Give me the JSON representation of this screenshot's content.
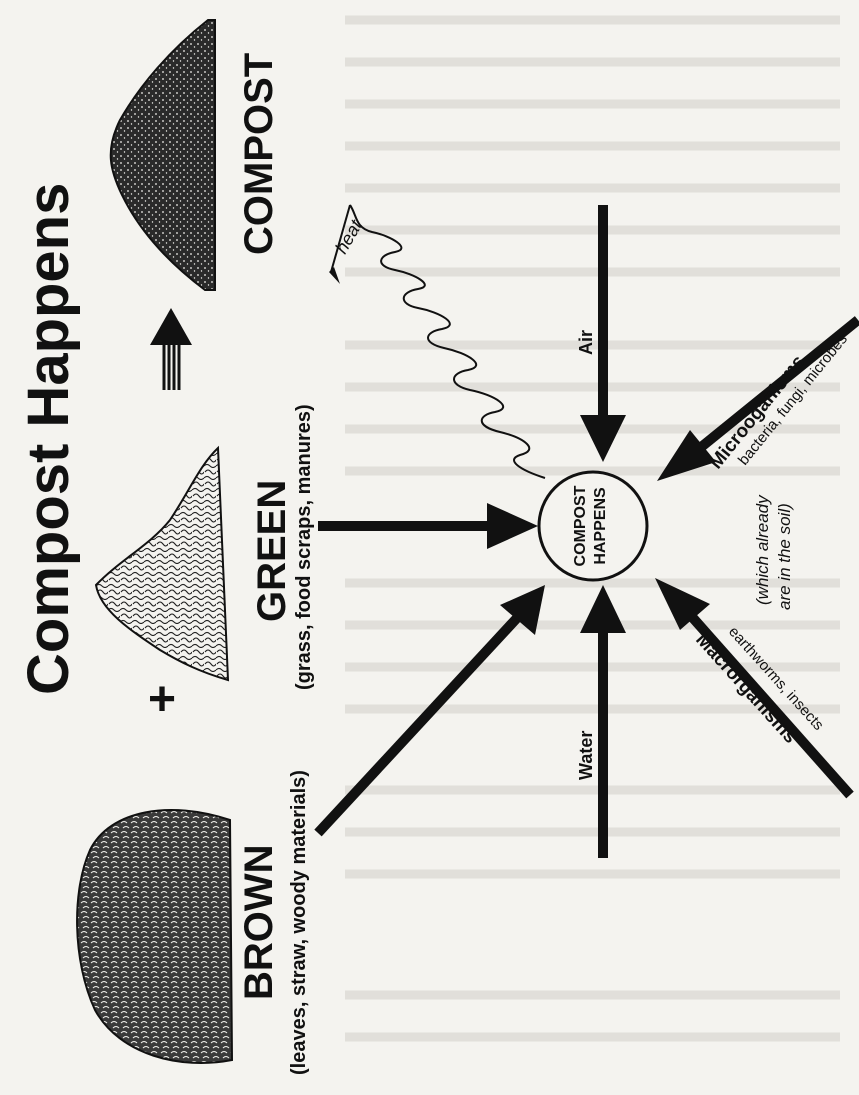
{
  "title": "Compost Happens",
  "center": {
    "line1": "COMPOST",
    "line2": "HAPPENS"
  },
  "brown": {
    "label": "BROWN",
    "sub": "(leaves, straw, woody materials)"
  },
  "plus": "+",
  "green": {
    "label": "GREEN",
    "sub": "(grass, food scraps, manures)"
  },
  "compost": {
    "label": "COMPOST"
  },
  "heat": "heat",
  "air": "Air",
  "water": "Water",
  "micro": {
    "label": "Microoganisms",
    "sub": "bacteria, fungi, microbes"
  },
  "macro": {
    "label": "Macrorganisms",
    "sub": "earthworms, insects"
  },
  "soil_note": {
    "line1": "(which already",
    "line2": "are in the soil)"
  },
  "colors": {
    "ink": "#1a1a1a",
    "paper": "#f4f3ef",
    "faded_text": "#c9c7c0"
  }
}
